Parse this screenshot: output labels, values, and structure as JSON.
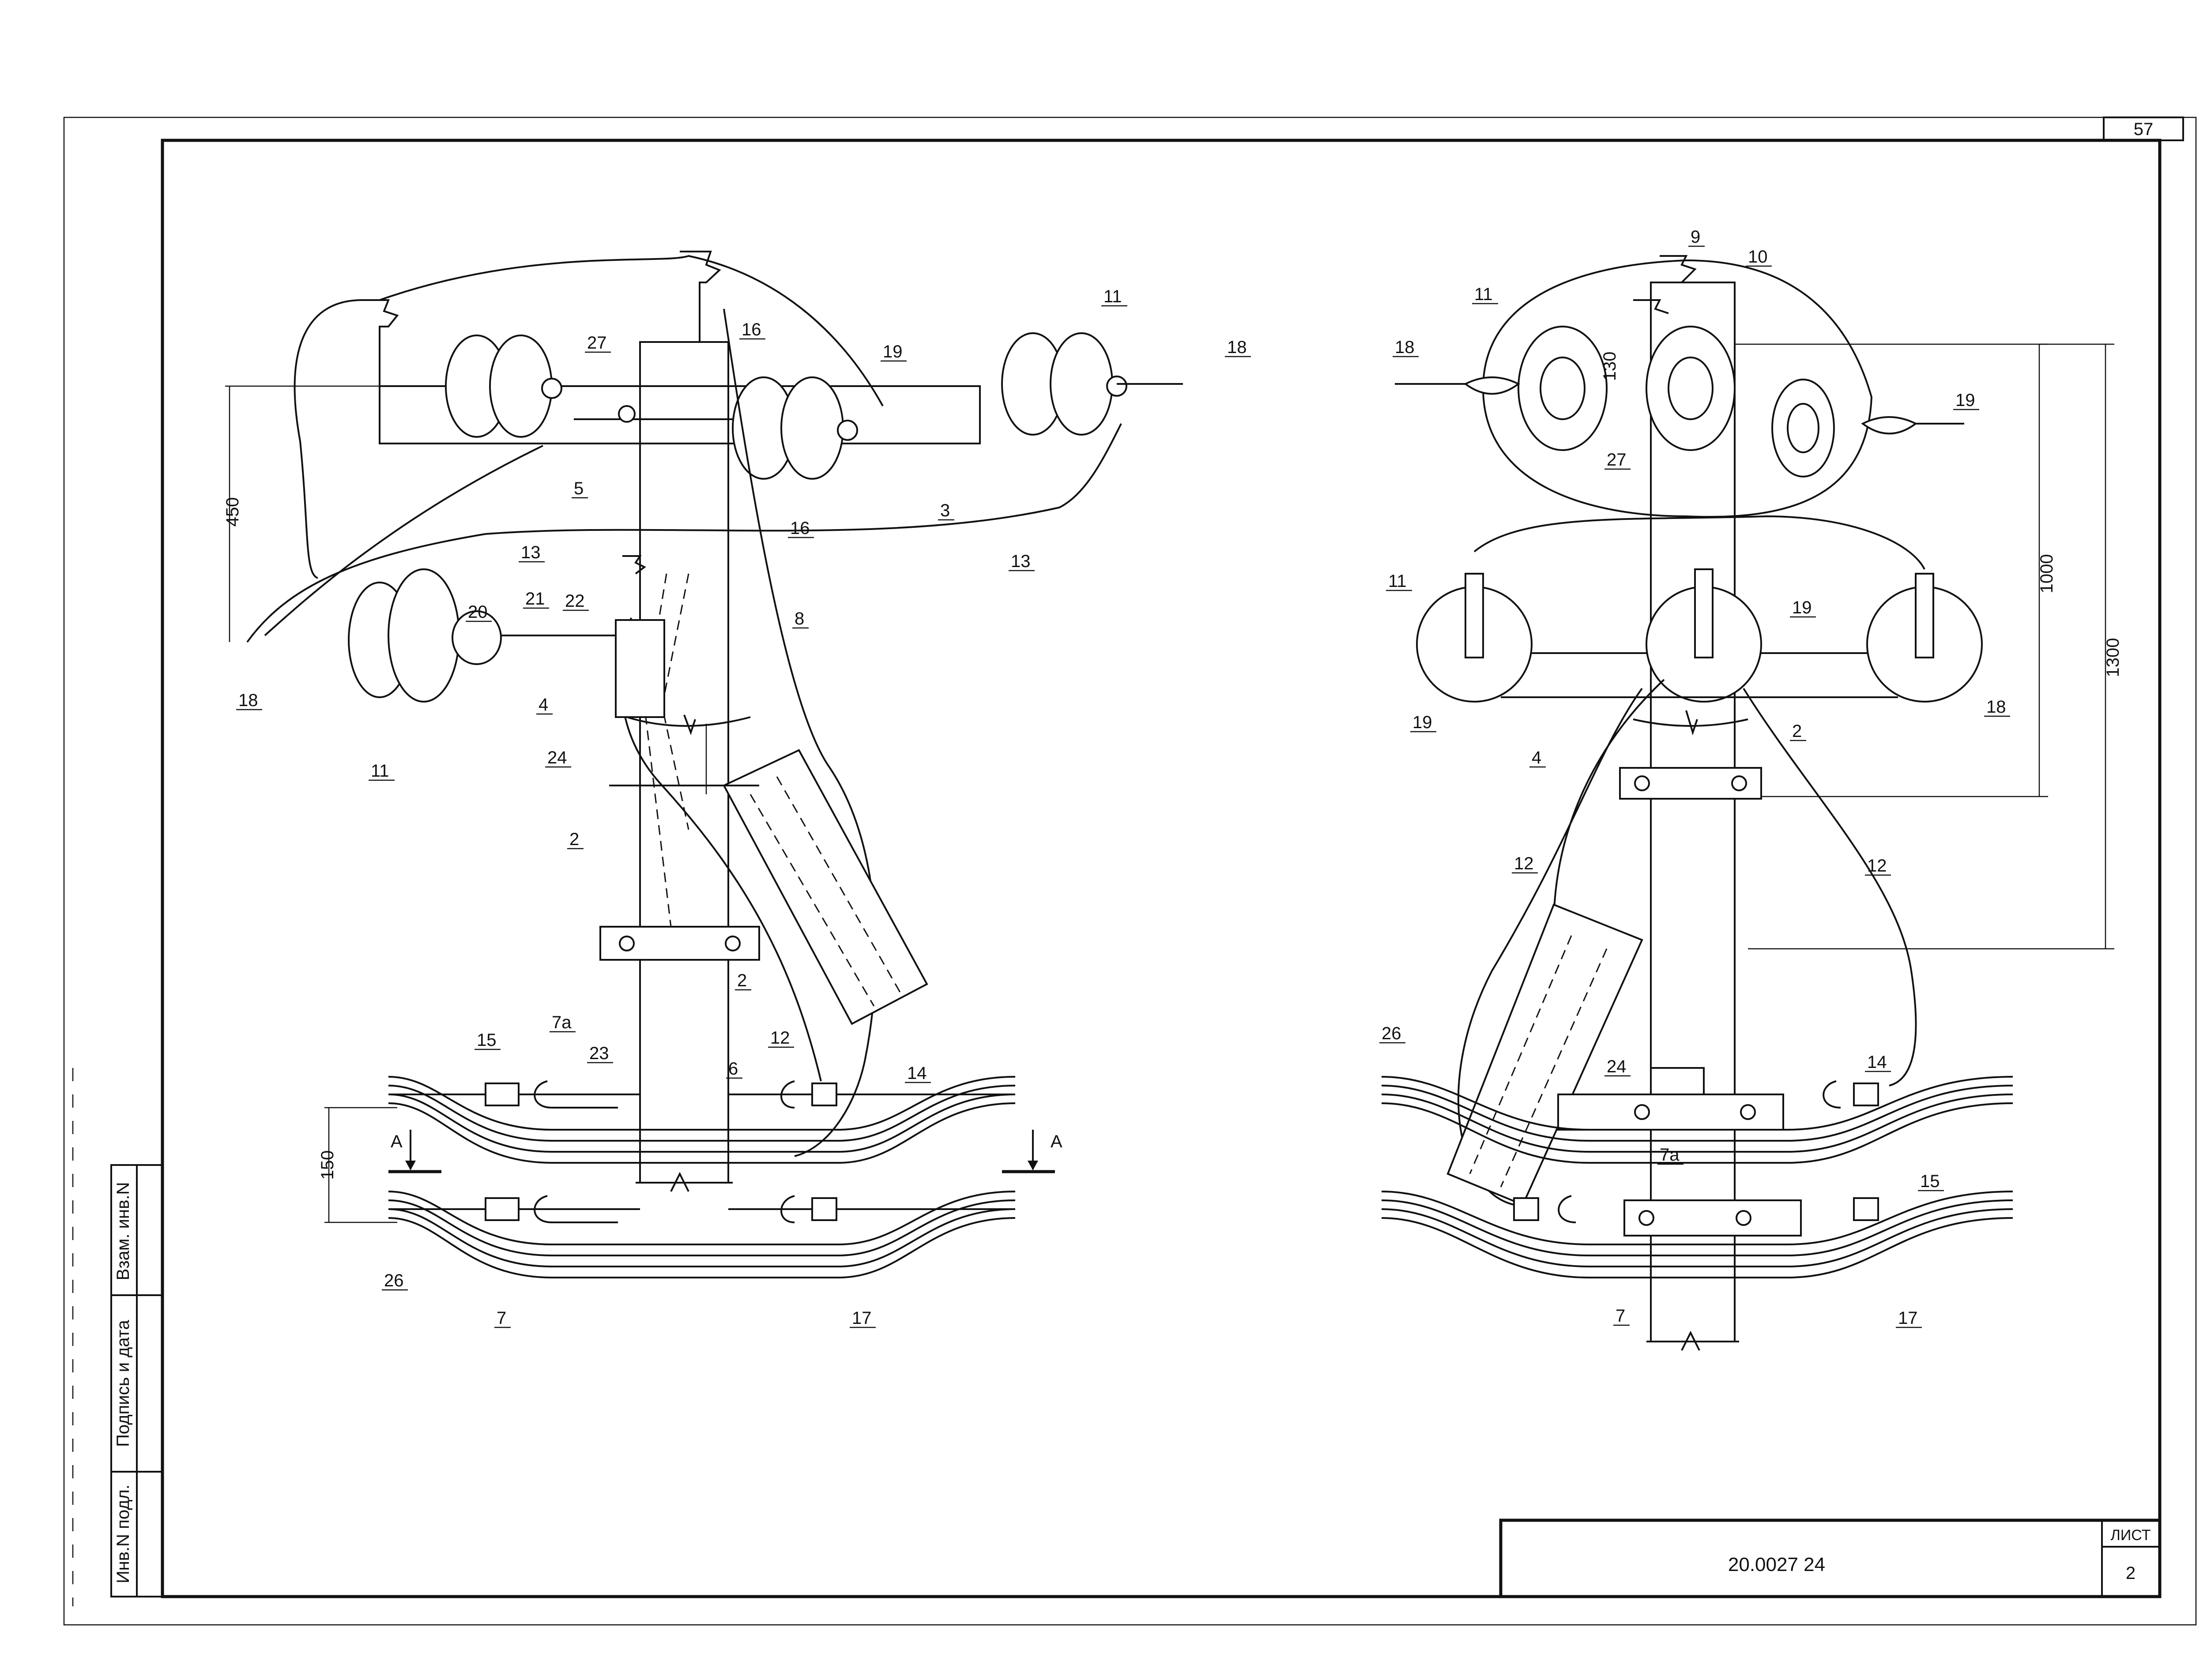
{
  "sheet": {
    "top_number": "57",
    "doc_code": "20.0027 24",
    "sheet_label": "ЛИСТ",
    "sheet_no": "2"
  },
  "side_stamp": {
    "cells": [
      "Взам. инв.N",
      "Подпись и дата",
      "Инв.N подл."
    ]
  },
  "section_marks": {
    "left": "А",
    "right": "А"
  },
  "dimensions": {
    "d450": "450",
    "d150": "150",
    "d130": "130",
    "d1000": "1000",
    "d1300": "1300"
  },
  "callouts_left": [
    "27",
    "16",
    "19",
    "11",
    "18",
    "5",
    "3",
    "16",
    "13",
    "13",
    "8",
    "20",
    "21",
    "22",
    "18",
    "4",
    "24",
    "11",
    "2",
    "2",
    "12",
    "15",
    "7а",
    "23",
    "6",
    "14",
    "26",
    "7",
    "17"
  ],
  "callouts_right": [
    "9",
    "10",
    "11",
    "18",
    "130",
    "27",
    "19",
    "11",
    "19",
    "19",
    "4",
    "18",
    "2",
    "12",
    "12",
    "26",
    "24",
    "14",
    "7а",
    "15",
    "7",
    "17"
  ]
}
